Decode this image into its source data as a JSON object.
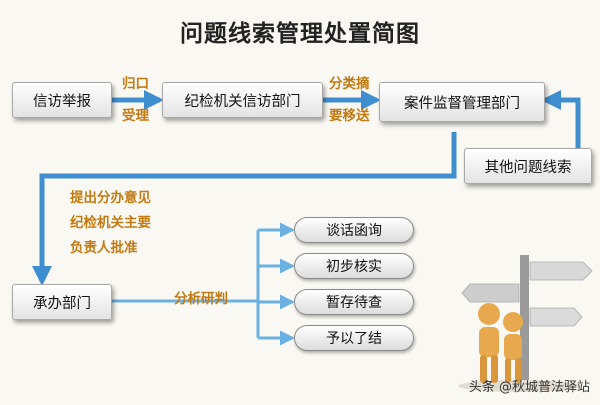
{
  "title": "问题线索管理处置简图",
  "nodes": {
    "letters_reports": "信访举报",
    "petition_dept": "纪检机关信访部门",
    "case_supervision": "案件监督管理部门",
    "other_clues": "其他问题线索",
    "handling_dept": "承办部门"
  },
  "edge_labels": {
    "gui_kou": "归口",
    "shou_li": "受理",
    "fen_lei_zhai": "分类摘",
    "yao_yi_song": "要移送",
    "proposal_1": "提出分办意见",
    "proposal_2": "纪检机关主要",
    "proposal_3": "负责人批准",
    "analysis": "分析研判"
  },
  "outcomes": [
    "谈话函询",
    "初步核实",
    "暂存待查",
    "予以了结"
  ],
  "watermark": "头条 @秋城普法驿站",
  "colors": {
    "label": "#c27a12",
    "arrow": "#3f8fd0",
    "branch": "#6ab0e0"
  }
}
